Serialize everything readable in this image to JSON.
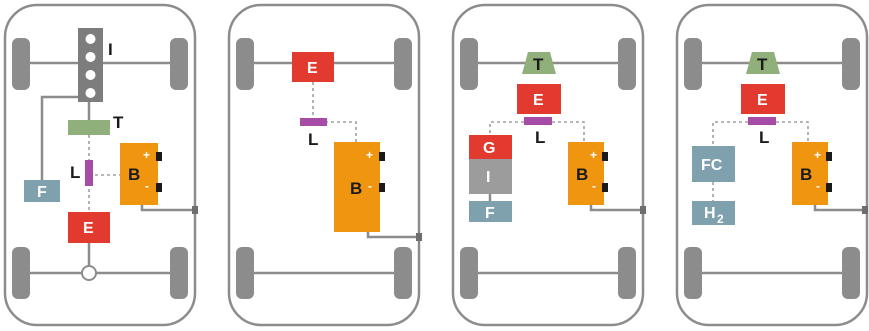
{
  "labels": {
    "engine": "E",
    "transmission": "T",
    "ice": "I",
    "battery": "B",
    "fuel": "F",
    "link": "L",
    "generator": "G",
    "fuel_cell": "FC",
    "hydrogen": "H",
    "hydrogen_sub": "2",
    "plus": "+",
    "minus": "-"
  },
  "colors": {
    "outline": "#8c8c8c",
    "engine": "#e23a2e",
    "transmission": "#8fb07a",
    "battery": "#f0950f",
    "fuel": "#7ea1ad",
    "link": "#a64ca6",
    "generator": "#e23a2e",
    "ice": "#9c9c9c"
  }
}
